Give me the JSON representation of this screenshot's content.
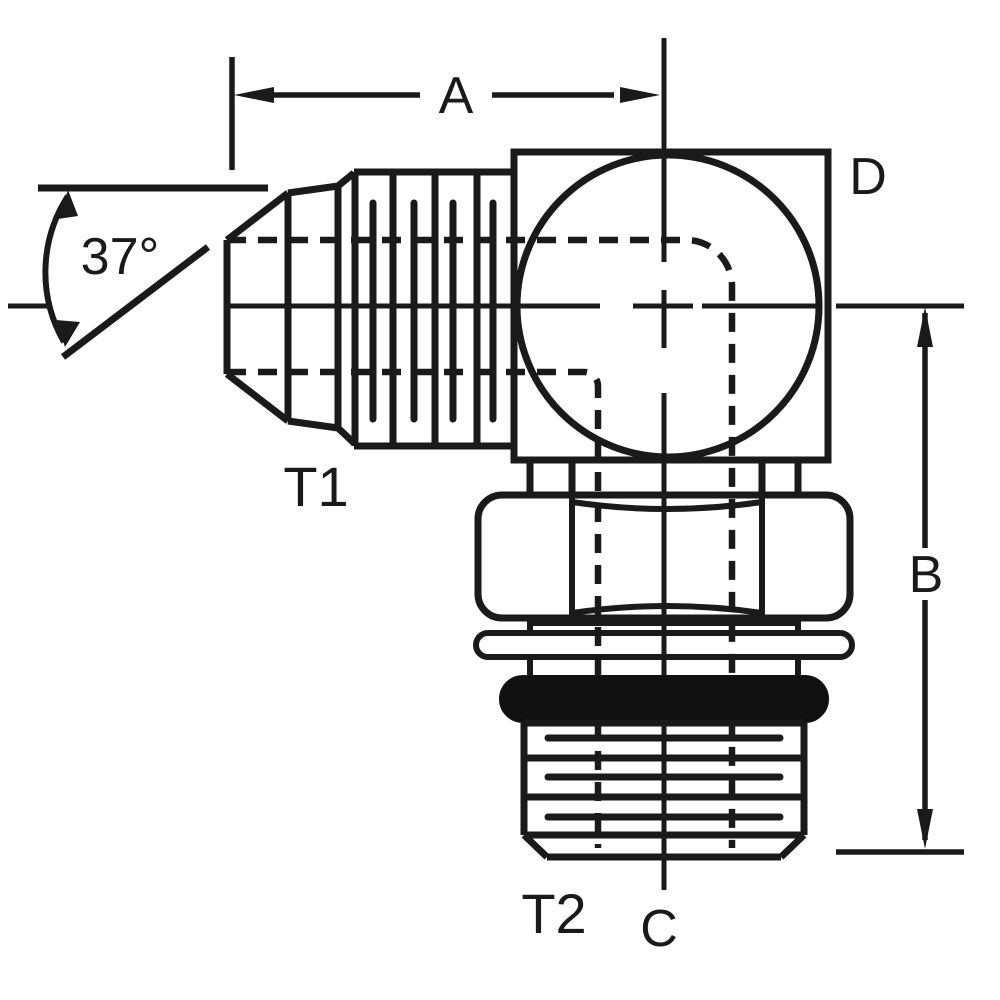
{
  "diagram": {
    "labels": {
      "dim_a": "A",
      "dim_b": "B",
      "dim_c": "C",
      "dim_d": "D",
      "thread_1": "T1",
      "thread_2": "T2",
      "flare_angle": "37°"
    },
    "colors": {
      "ink": "#1a1a1a",
      "oring": "#111111",
      "background": "#ffffff"
    }
  }
}
